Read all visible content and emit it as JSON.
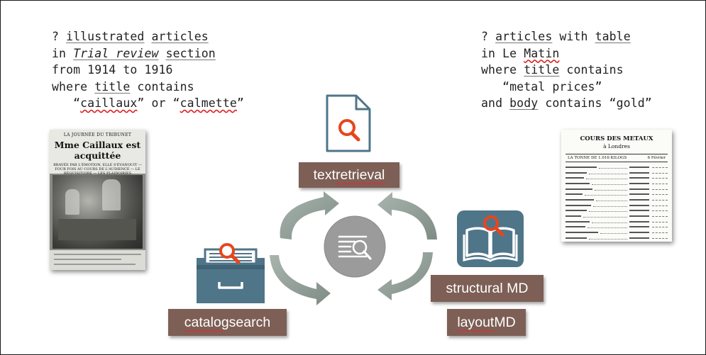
{
  "query_left": {
    "lines": [
      [
        {
          "t": "? "
        },
        {
          "t": "illustrated",
          "u": true
        },
        {
          "t": " "
        },
        {
          "t": "articles",
          "u": true
        }
      ],
      [
        {
          "t": "in "
        },
        {
          "t": "Trial review",
          "i": true,
          "u": true
        },
        {
          "t": " "
        },
        {
          "t": "section",
          "u": true
        }
      ],
      [
        {
          "t": "from 1914 to 1916"
        }
      ],
      [
        {
          "t": "where "
        },
        {
          "t": "title",
          "u": true
        },
        {
          "t": " contains"
        }
      ],
      [
        {
          "t": "   “"
        },
        {
          "t": "caillaux",
          "w": true
        },
        {
          "t": "” or “"
        },
        {
          "t": "calmette",
          "w": true
        },
        {
          "t": "”"
        }
      ]
    ]
  },
  "query_right": {
    "lines": [
      [
        {
          "t": "? "
        },
        {
          "t": "articles",
          "u": true
        },
        {
          "t": " with "
        },
        {
          "t": "table",
          "u": true
        }
      ],
      [
        {
          "t": "in "
        },
        {
          "t": "Le "
        },
        {
          "t": "Matin",
          "w": true
        }
      ],
      [
        {
          "t": "where "
        },
        {
          "t": "title",
          "u": true
        },
        {
          "t": " contains"
        }
      ],
      [
        {
          "t": "   “metal prices”"
        }
      ],
      [
        {
          "t": "and "
        },
        {
          "t": "body",
          "u": true
        },
        {
          "t": " contains “gold”"
        }
      ]
    ]
  },
  "labels": {
    "text_retrieval": [
      {
        "t": "text "
      },
      {
        "t": "retrieval",
        "w": true
      }
    ],
    "catalog_search": [
      {
        "t": "catalog",
        "w": true
      },
      {
        "t": " search"
      }
    ],
    "structural_md": [
      {
        "t": "structural MD"
      }
    ],
    "layout_md": [
      {
        "t": "layout",
        "w": true
      },
      {
        "t": " MD"
      }
    ]
  },
  "clipping_left": {
    "kicker": "LA JOURNÉE DU TRIBUNET",
    "headline": "Mme Caillaux est acquittée",
    "subhead": "BRAVÉE PAR L'ÉMOTION, ELLE S'ÉVANOUIT — FOUR FOIS AU COURS DE L'AUDIENCE — LE RÉQUISITOIRE — LES PLAIDOIRIES"
  },
  "clipping_right": {
    "title": "COURS DES METAUX",
    "subtitle": "à Londres",
    "header_left": "LA TONNE DE 1.016 KILOGS",
    "header_right": "6 Février",
    "row_count": 16
  },
  "colors": {
    "tag_bg": "#7d5f55",
    "icon_blue": "#4f7589",
    "search_orange": "#e8451c",
    "arrow_gray": "#8e9a94",
    "hub_gray": "#9b9b9b"
  },
  "icons": [
    "document-search-icon",
    "file-cabinet-icon",
    "open-book-search-icon",
    "text-search-hub-icon"
  ]
}
